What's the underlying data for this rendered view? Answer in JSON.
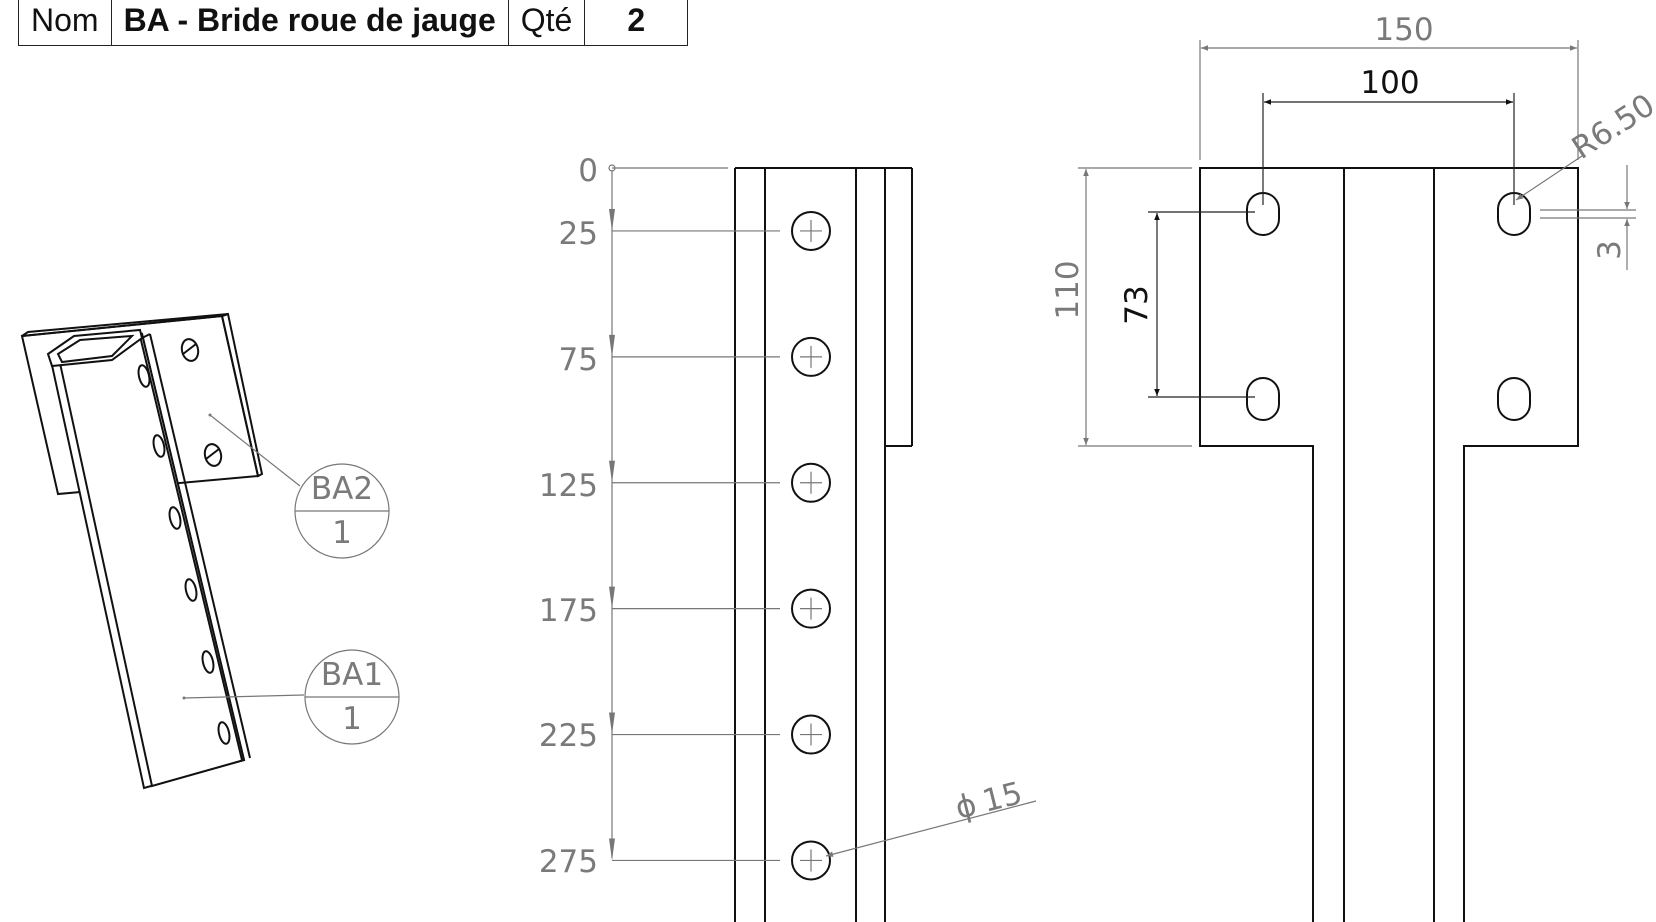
{
  "title_block": {
    "name_label": "Nom",
    "name_value": "BA - Bride roue de jauge",
    "qty_label": "Qté",
    "qty_value": "2"
  },
  "isometric_view": {
    "balloons": [
      {
        "label": "BA2",
        "qty": "1"
      },
      {
        "label": "BA1",
        "qty": "1"
      }
    ]
  },
  "side_view": {
    "ordinate_dims": [
      "0",
      "25",
      "75",
      "125",
      "175",
      "225",
      "275"
    ],
    "hole_diameter": "15",
    "diameter_symbol": "ϕ"
  },
  "front_view": {
    "overall_width": "150",
    "hole_spacing_horizontal": "100",
    "hole_spacing_vertical": "73",
    "flange_height": "110",
    "slot_radius": "R6.50",
    "slot_offset": "3"
  },
  "colors": {
    "object_line": "#111111",
    "dimension_line": "#777777"
  }
}
